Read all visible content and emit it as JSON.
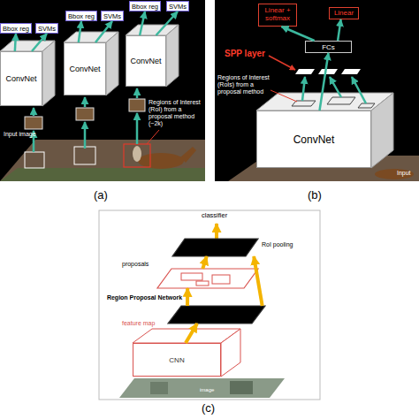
{
  "diagram": {
    "nodes": [
      {
        "text": [
          "Bbox reg"
        ]
      },
      {
        "text": [
          "SVMs"
        ]
      },
      {
        "text": [
          "Bbox reg"
        ]
      },
      {
        "text": [
          "SVMs"
        ]
      },
      {
        "text": [
          "Bbox reg"
        ]
      },
      {
        "text": [
          "SVMs"
        ]
      },
      {
        "text": [
          "ConvNet"
        ]
      },
      {
        "text": [
          "ConvNet"
        ]
      },
      {
        "text": [
          "ConvNet"
        ]
      },
      {
        "text": [
          "Linear + softmax"
        ]
      },
      {
        "text": [
          "Linear"
        ]
      },
      {
        "text": [
          "FCs"
        ]
      },
      {
        "text": [
          "ConvNet"
        ]
      },
      {
        "text": [
          "RoI pooling"
        ]
      },
      {
        "text": [
          "proposals"
        ]
      },
      {
        "text": [
          "feature map"
        ]
      },
      {
        "text": [
          "CNN"
        ]
      }
    ],
    "edges": [
      {
        "from": 6,
        "to": 0,
        "arrow": "to"
      },
      {
        "from": 6,
        "to": 1,
        "arrow": "to"
      },
      {
        "from": 7,
        "to": 2,
        "arrow": "to"
      },
      {
        "from": 7,
        "to": 3,
        "arrow": "to"
      },
      {
        "from": 8,
        "to": 4,
        "arrow": "to"
      },
      {
        "from": 8,
        "to": 5,
        "arrow": "to"
      },
      {
        "from": 11,
        "to": 9,
        "arrow": "to"
      },
      {
        "from": 11,
        "to": 10,
        "arrow": "to"
      },
      {
        "from": 12,
        "to": 11,
        "arrow": "to"
      },
      {
        "from": 16,
        "to": 15,
        "arrow": "to"
      },
      {
        "from": 15,
        "to": 14,
        "label": "Region Proposal Network",
        "arrow": "to"
      },
      {
        "from": 14,
        "to": 13,
        "arrow": "to"
      },
      {
        "from": 15,
        "to": 13,
        "arrow": "to"
      }
    ],
    "labels": [
      "Regions of Interest (RoI) from a proposal method (~2k)",
      "Input image",
      "(a)",
      "SPP layer",
      "Regions of Interest (RoIs) from a proposal method",
      "Input",
      "(b)",
      "classifier",
      "image",
      "(c)"
    ]
  }
}
